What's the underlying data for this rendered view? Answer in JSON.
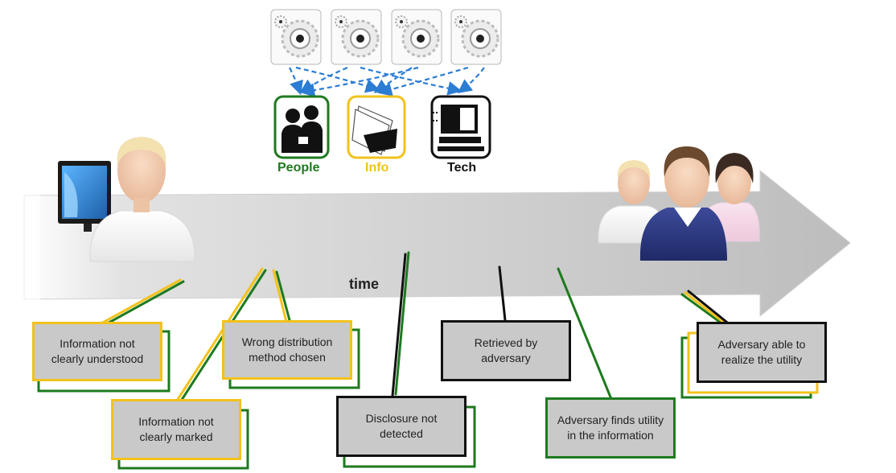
{
  "colors": {
    "people": "#1e7a1e",
    "info": "#f2c21b",
    "tech": "#111111",
    "connector": "#2b7cd3",
    "box_fill": "#c9c9c9",
    "arrow": "#c6c6c6"
  },
  "icons": [
    "gear-icon",
    "gear-icon",
    "gear-icon",
    "gear-icon",
    "people-icon",
    "info-papers-icon",
    "tech-computer-icon",
    "person-icon",
    "monitor-icon"
  ],
  "categories": {
    "people": "People",
    "info": "Info",
    "tech": "Tech"
  },
  "timeline": {
    "label": "time"
  },
  "callouts": {
    "not_understood": "Information not clearly understood",
    "wrong_method": "Wrong distribution method chosen",
    "not_marked": "Information not clearly marked",
    "not_detected": "Disclosure not detected",
    "retrieved": "Retrieved by adversary",
    "finds_utility": "Adversary finds utility in the information",
    "realize_utility": "Adversary able to realize the utility"
  }
}
